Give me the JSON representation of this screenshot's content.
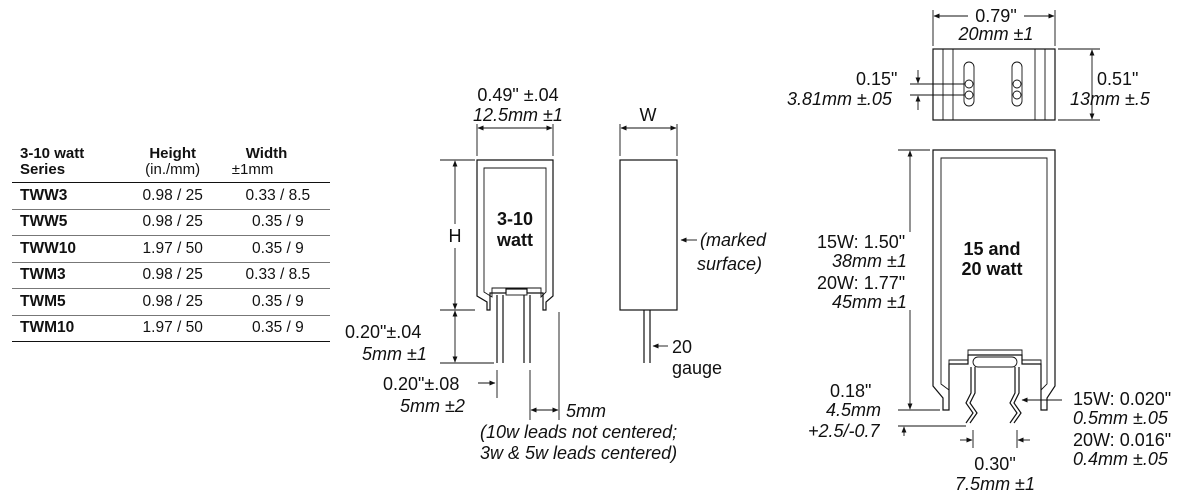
{
  "table": {
    "headers": [
      {
        "line1": "3-10 watt",
        "line2": "Series"
      },
      {
        "line1": "Height",
        "line2": "(in./mm)"
      },
      {
        "line1": "Width",
        "line2": "±1mm"
      }
    ],
    "rows": [
      [
        "TWW3",
        "0.98 / 25",
        "0.33 / 8.5"
      ],
      [
        "TWW5",
        "0.98 / 25",
        "0.35 / 9"
      ],
      [
        "TWW10",
        "1.97 / 50",
        "0.35 / 9"
      ],
      [
        "TWM3",
        "0.98 / 25",
        "0.33 / 8.5"
      ],
      [
        "TWM5",
        "0.98 / 25",
        "0.35 / 9"
      ],
      [
        "TWM10",
        "1.97 / 50",
        "0.35 / 9"
      ]
    ]
  },
  "small_front": {
    "width_in": "0.49\" ±.04",
    "width_mm": "12.5mm ±1",
    "height_label": "H",
    "body_label_1": "3-10",
    "body_label_2": "watt",
    "lead_len_in": "0.20\"±.04",
    "lead_len_mm": "5mm ±1",
    "lead_spacing_in": "0.20\"±.08",
    "lead_spacing_mm": "5mm ±2",
    "lead_offset": "5mm",
    "lead_note_1": "(10w leads not centered;",
    "lead_note_2": "3w & 5w leads centered)"
  },
  "small_side": {
    "width_label": "W",
    "marked_1": "(marked",
    "marked_2": "surface)",
    "gauge_1": "20",
    "gauge_2": "gauge"
  },
  "large_top": {
    "width_in": "0.79\"",
    "width_mm": "20mm ±1",
    "slot_in": "0.15\"",
    "slot_mm": "3.81mm ±.05",
    "depth_in": "0.51\"",
    "depth_mm": "13mm ±.5"
  },
  "large_front": {
    "body_label_1": "15 and",
    "body_label_2": "20 watt",
    "h15_in": "15W: 1.50\"",
    "h15_mm": "38mm ±1",
    "h20_in": "20W: 1.77\"",
    "h20_mm": "45mm ±1",
    "lead_in": "0.18\"",
    "lead_mm": "4.5mm",
    "lead_tol": "+2.5/-0.7",
    "dia15_in": "15W: 0.020\"",
    "dia15_mm": "0.5mm ±.05",
    "dia20_in": "20W: 0.016\"",
    "dia20_mm": "0.4mm ±.05",
    "pitch_in": "0.30\"",
    "pitch_mm": "7.5mm ±1"
  }
}
